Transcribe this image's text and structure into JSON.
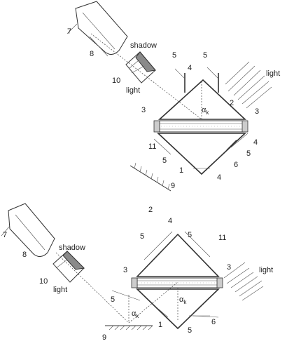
{
  "labels": {
    "shadow": "shadow",
    "light": "light",
    "alpha": "α",
    "alpha_sub": "k",
    "n1": "1",
    "n2": "2",
    "n3": "3",
    "n4": "4",
    "n5": "5",
    "n6": "6",
    "n7": "7",
    "n8": "8",
    "n9": "9",
    "n10": "10",
    "n11": "11"
  },
  "colors": {
    "ink": "#333333",
    "shadow_fill": "#8a8a8a",
    "hatch": "#999999"
  }
}
